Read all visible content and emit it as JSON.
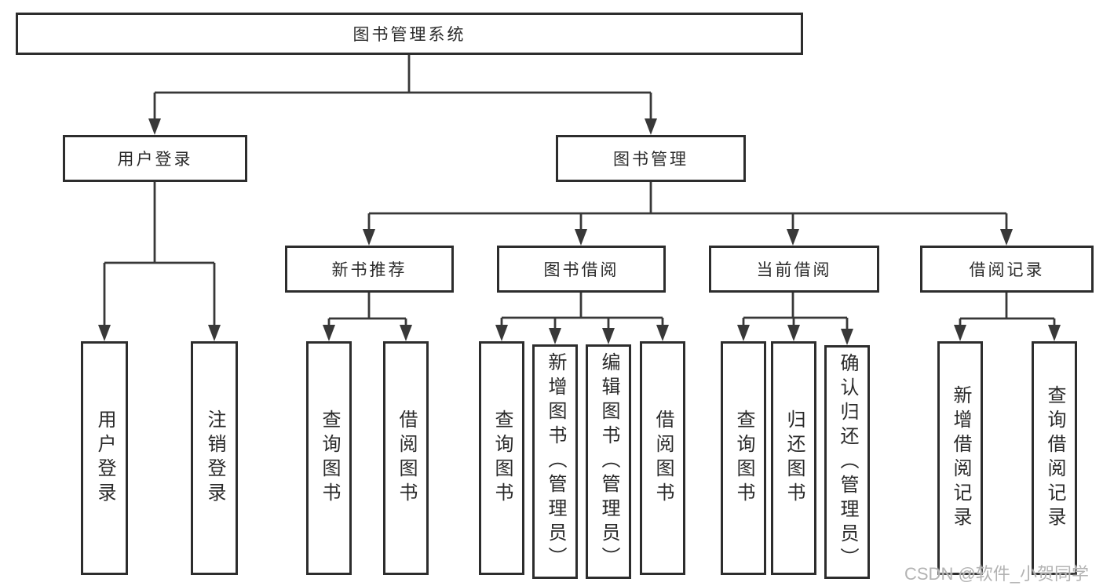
{
  "diagram": {
    "title": "图书管理系统",
    "level2": [
      {
        "label": "用户登录"
      },
      {
        "label": "图书管理"
      }
    ],
    "level3": [
      {
        "label": "新书推荐"
      },
      {
        "label": "图书借阅"
      },
      {
        "label": "当前借阅"
      },
      {
        "label": "借阅记录"
      }
    ],
    "leaves": {
      "user_login": [
        "用户登录",
        "注销登录"
      ],
      "new_book": [
        "查询图书",
        "借阅图书"
      ],
      "borrowing": [
        "查询图书",
        "新增图书（管理员）",
        "编辑图书（管理员）",
        "借阅图书"
      ],
      "current": [
        "查询图书",
        "归还图书",
        "确认归还（管理员）"
      ],
      "records": [
        "新增借阅记录",
        "查询借阅记录"
      ]
    }
  },
  "colors": {
    "line": "#383838",
    "box_border": "#2d2d2d",
    "text": "#2a2a2a",
    "watermark_text": "#b3b3b3",
    "background": "#ffffff"
  },
  "watermark": "CSDN @软件_小贺同学"
}
